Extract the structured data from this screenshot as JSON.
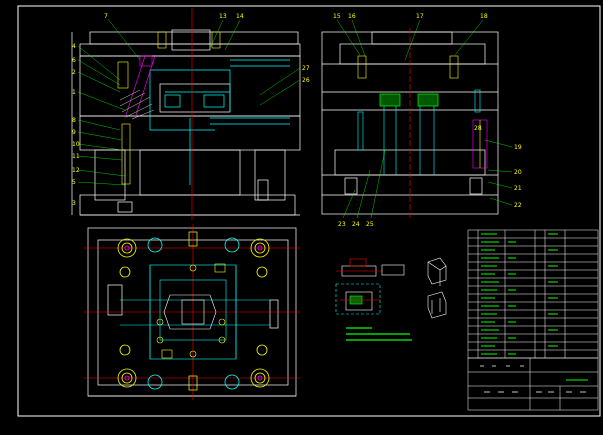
{
  "colors": {
    "background": "#000000",
    "outline": "#ffffff",
    "centerline": "#ff0000",
    "cooling": "#00ffff",
    "hidden": "#ffff00",
    "table": "#00ff00",
    "magenta": "#ff00ff"
  },
  "balloons_front": [
    "7",
    "13",
    "14",
    "4",
    "6",
    "2",
    "1",
    "8",
    "9",
    "10",
    "11",
    "12",
    "5",
    "3",
    "27",
    "26"
  ],
  "balloons_side": [
    "15",
    "16",
    "17",
    "18",
    "19",
    "20",
    "21",
    "22",
    "23",
    "24",
    "25",
    "28"
  ]
}
